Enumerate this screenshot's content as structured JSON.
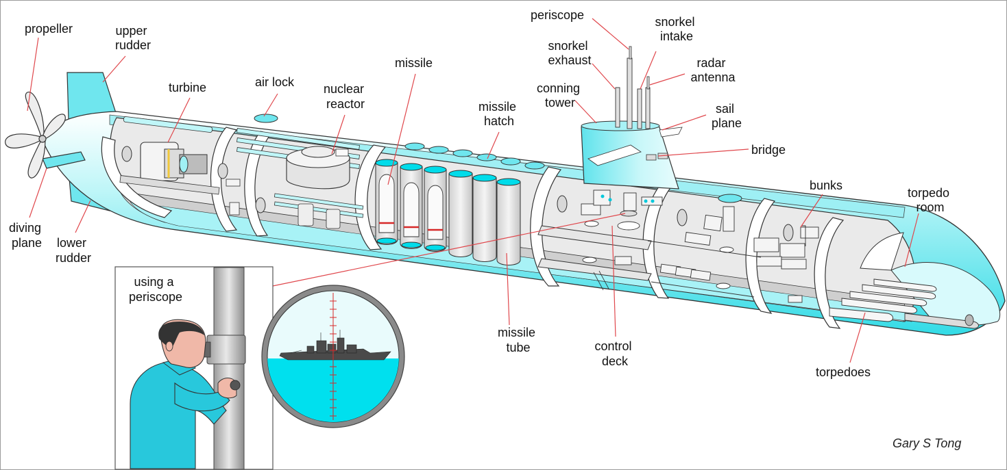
{
  "labels": {
    "propeller": "propeller",
    "upper_rudder": [
      "upper",
      "rudder"
    ],
    "turbine": "turbine",
    "air_lock": "air lock",
    "nuclear_reactor": [
      "nuclear",
      "reactor"
    ],
    "missile": "missile",
    "missile_hatch": [
      "missile",
      "hatch"
    ],
    "periscope": "periscope",
    "snorkel_intake": [
      "snorkel",
      "intake"
    ],
    "snorkel_exhaust": [
      "snorkel",
      "exhaust"
    ],
    "radar_antenna": [
      "radar",
      "antenna"
    ],
    "conning_tower": [
      "conning",
      "tower"
    ],
    "sail_plane": [
      "sail",
      "plane"
    ],
    "bridge": "bridge",
    "bunks": "bunks",
    "torpedo_room": [
      "torpedo",
      "room"
    ],
    "diving_plane": [
      "diving",
      "plane"
    ],
    "lower_rudder": [
      "lower",
      "rudder"
    ],
    "missile_tube": [
      "missile",
      "tube"
    ],
    "control_deck": [
      "control",
      "deck"
    ],
    "torpedoes": "torpedoes",
    "using_periscope": [
      "using a",
      "periscope"
    ]
  },
  "credit": "Gary S Tong",
  "colors": {
    "hull": "#7fe9f0",
    "hull_light": "#d6fbfc",
    "water": "#00e0ee",
    "sky": "#e9fbfc",
    "interior": "#e6e6e6",
    "leader_line": "#e0474c",
    "missile_band": "#d62828",
    "shirt": "#28c8dc",
    "skin": "#f0b8a8",
    "hair": "#333333"
  }
}
